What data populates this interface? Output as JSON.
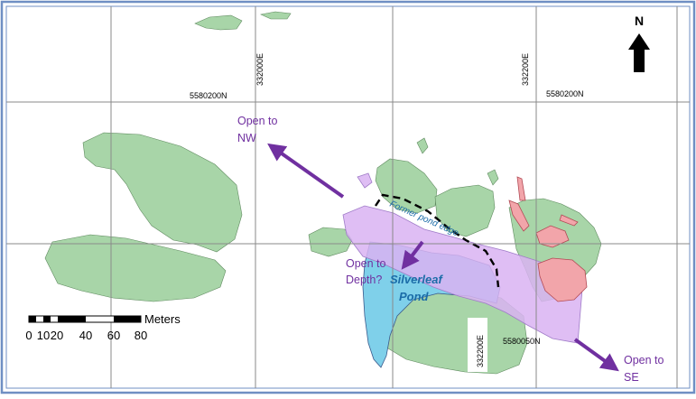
{
  "grid_labels": {
    "easting_top_left": "332000E",
    "easting_top_right": "332200E",
    "northing_left": "5580200N",
    "northing_right": "5580200N",
    "easting_bottom": "332200E",
    "northing_bottom": "5580050N"
  },
  "north_arrow": {
    "label": "N"
  },
  "annotations": {
    "nw_line1": "Open to",
    "nw_line2": "NW",
    "depth_line1": "Open to",
    "depth_line2": "Depth?",
    "se_line1": "Open to",
    "se_line2": "SE",
    "pond_edge": "Former pond edge",
    "pond_name_line1": "Silverleaf",
    "pond_name_line2": "Pond"
  },
  "scale_bar": {
    "unit": "Meters",
    "tick_labels": [
      "0",
      "10",
      "20",
      "40",
      "60",
      "80"
    ]
  },
  "colors": {
    "border": "#6f8fc3",
    "grid": "#8a8a8a",
    "outcrop": "#a8d5a8",
    "pond": "#7fd0ea",
    "mineral_zone": "#d9b3f2",
    "red_unit": "#f2a5aa",
    "arrow": "#7030a0",
    "pond_text": "#1b6ca8"
  }
}
